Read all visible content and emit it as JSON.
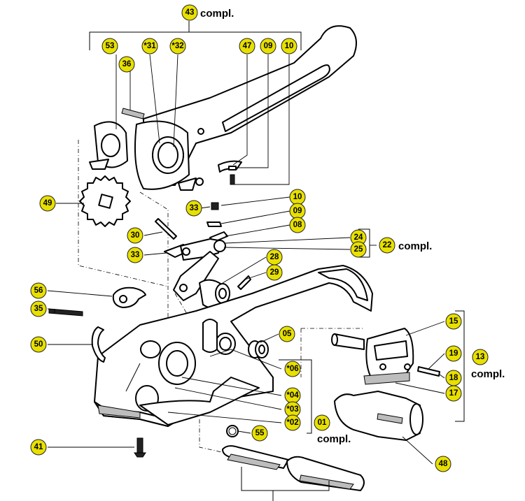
{
  "diagram": {
    "compl_text": "compl.",
    "labels": [
      {
        "id": "43",
        "text": "43",
        "compl": true
      },
      {
        "id": "53",
        "text": "53"
      },
      {
        "id": "31",
        "text": "*31"
      },
      {
        "id": "32",
        "text": "*32"
      },
      {
        "id": "47",
        "text": "47"
      },
      {
        "id": "09a",
        "text": "09"
      },
      {
        "id": "10a",
        "text": "10"
      },
      {
        "id": "36",
        "text": "36"
      },
      {
        "id": "49",
        "text": "49"
      },
      {
        "id": "33a",
        "text": "33"
      },
      {
        "id": "10b",
        "text": "10"
      },
      {
        "id": "09b",
        "text": "09"
      },
      {
        "id": "08",
        "text": "08"
      },
      {
        "id": "30",
        "text": "30"
      },
      {
        "id": "24",
        "text": "24"
      },
      {
        "id": "25",
        "text": "25"
      },
      {
        "id": "22",
        "text": "22",
        "compl": true
      },
      {
        "id": "33b",
        "text": "33"
      },
      {
        "id": "28",
        "text": "28"
      },
      {
        "id": "29",
        "text": "29"
      },
      {
        "id": "56",
        "text": "56"
      },
      {
        "id": "35",
        "text": "35"
      },
      {
        "id": "05",
        "text": "05"
      },
      {
        "id": "15",
        "text": "15"
      },
      {
        "id": "50",
        "text": "50"
      },
      {
        "id": "19",
        "text": "19"
      },
      {
        "id": "13",
        "text": "13",
        "compl": true
      },
      {
        "id": "06",
        "text": "*06"
      },
      {
        "id": "18",
        "text": "18"
      },
      {
        "id": "04",
        "text": "*04"
      },
      {
        "id": "17",
        "text": "17"
      },
      {
        "id": "03",
        "text": "*03"
      },
      {
        "id": "02",
        "text": "*02"
      },
      {
        "id": "01",
        "text": "01",
        "compl": true
      },
      {
        "id": "55",
        "text": "55"
      },
      {
        "id": "41",
        "text": "41"
      },
      {
        "id": "48",
        "text": "48"
      }
    ]
  }
}
